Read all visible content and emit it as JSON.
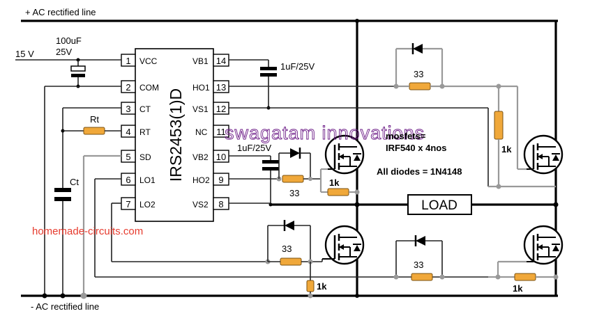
{
  "rails": {
    "top": "+ AC rectified line",
    "bottom": "- AC rectified line"
  },
  "supply": {
    "vcc": "15 V"
  },
  "caps": {
    "c_vcc_value": "100uF",
    "c_vcc_voltage": "25V",
    "c_boot1": "1uF/25V",
    "c_boot2": "1uF/25V",
    "ct": "Ct"
  },
  "rt": "Rt",
  "ic": {
    "name": "IRS2453(1)D",
    "left_pins": [
      {
        "num": "1",
        "name": "VCC"
      },
      {
        "num": "2",
        "name": "COM"
      },
      {
        "num": "3",
        "name": "CT"
      },
      {
        "num": "4",
        "name": "RT"
      },
      {
        "num": "5",
        "name": "SD"
      },
      {
        "num": "6",
        "name": "LO1"
      },
      {
        "num": "7",
        "name": "LO2"
      }
    ],
    "right_pins": [
      {
        "num": "14",
        "name": "VB1"
      },
      {
        "num": "13",
        "name": "HO1"
      },
      {
        "num": "12",
        "name": "VS1"
      },
      {
        "num": "11",
        "name": "NC"
      },
      {
        "num": "10",
        "name": "VB2"
      },
      {
        "num": "9",
        "name": "HO2"
      },
      {
        "num": "8",
        "name": "VS2"
      }
    ]
  },
  "resistors": {
    "r_ho1": "33",
    "r_ho1_pd": "1k",
    "r_ho2": "33",
    "r_ho2_pd": "1k",
    "r_lo1": "33",
    "r_lo1_pd": "1k",
    "r_lo2": "33",
    "r_lo2_pd": "1k"
  },
  "notes": {
    "line1": "mosfets=",
    "line2": "IRF540 x 4nos",
    "line3": "All diodes = 1N4148"
  },
  "load": "LOAD",
  "watermark": "swagatam innovations",
  "site": "homemade-circuits.com"
}
